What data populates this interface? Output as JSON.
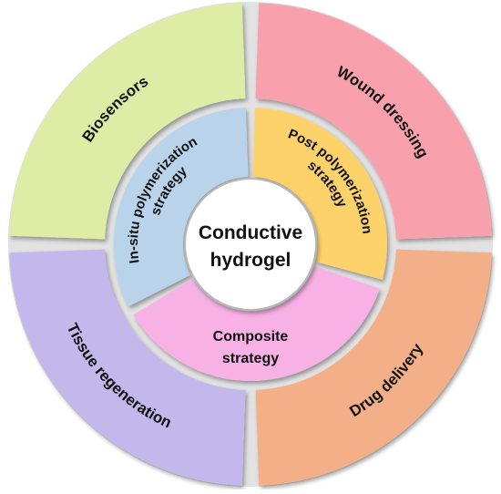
{
  "center": {
    "line1": "Conductive",
    "line2": "hydrogel"
  },
  "strategies": [
    {
      "line1": "In-situ polymerization",
      "line2": "strategy",
      "color": "#b9d3ea"
    },
    {
      "line1": "Post polymerization",
      "line2": "strategy",
      "color": "#fdd26b"
    },
    {
      "line1": "Composite",
      "line2": "strategy",
      "color": "#f7b1e4"
    }
  ],
  "applications": [
    {
      "label": "Biosensors",
      "color": "#dfeca6"
    },
    {
      "label": "Wound dressing",
      "color": "#f9a0ad"
    },
    {
      "label": "Drug delivery",
      "color": "#f3b088"
    },
    {
      "label": "Tissue regeneration",
      "color": "#c2b8ec"
    }
  ],
  "colors": {
    "outer_ring": "#e2e2e2",
    "center_fill": "#ffffff",
    "center_stroke": "#b8b8b8"
  }
}
